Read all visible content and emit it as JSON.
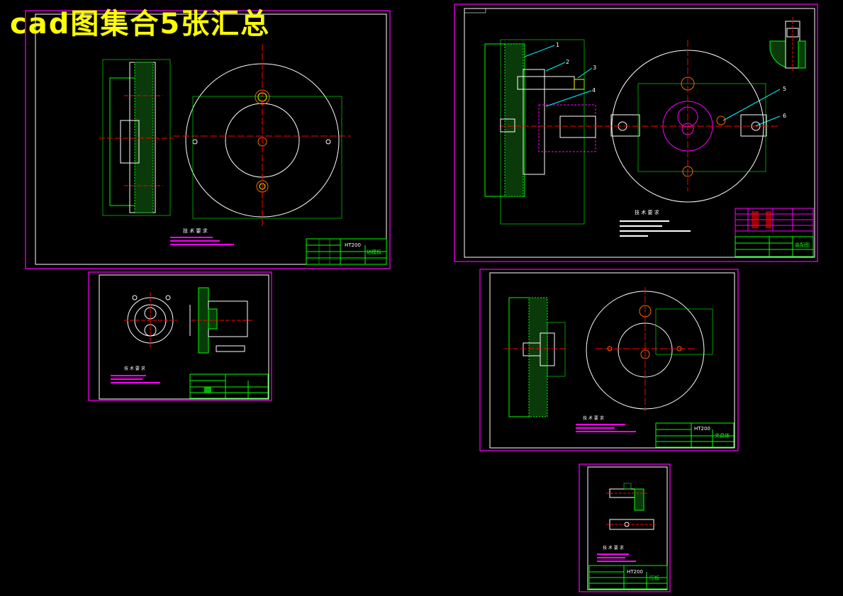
{
  "overlay": {
    "title": "cad图集合5张汇总"
  },
  "sheet1": {
    "tech_title": "技 术 要 求",
    "material": "HT200",
    "part_name": "钻模板"
  },
  "sheet2": {
    "tech_title": "技 术 要 求",
    "part_name": "装配图",
    "balloons": [
      "1",
      "2",
      "3",
      "4",
      "5",
      "6"
    ]
  },
  "sheet3": {
    "tech_title": "技 术 要 求"
  },
  "sheet4": {
    "tech_title": "技 术 要 求",
    "material": "HT200",
    "part_name": "夹具体"
  },
  "sheet5": {
    "tech_title": "技 术 要 求",
    "material": "HT200",
    "part_name": "压板"
  },
  "colors": {
    "background": "#000000",
    "magenta": "#ff00ff",
    "green": "#00ff00",
    "white": "#ffffff",
    "red": "#ff0000",
    "cyan": "#00ffff",
    "yellow": "#ffff00"
  }
}
